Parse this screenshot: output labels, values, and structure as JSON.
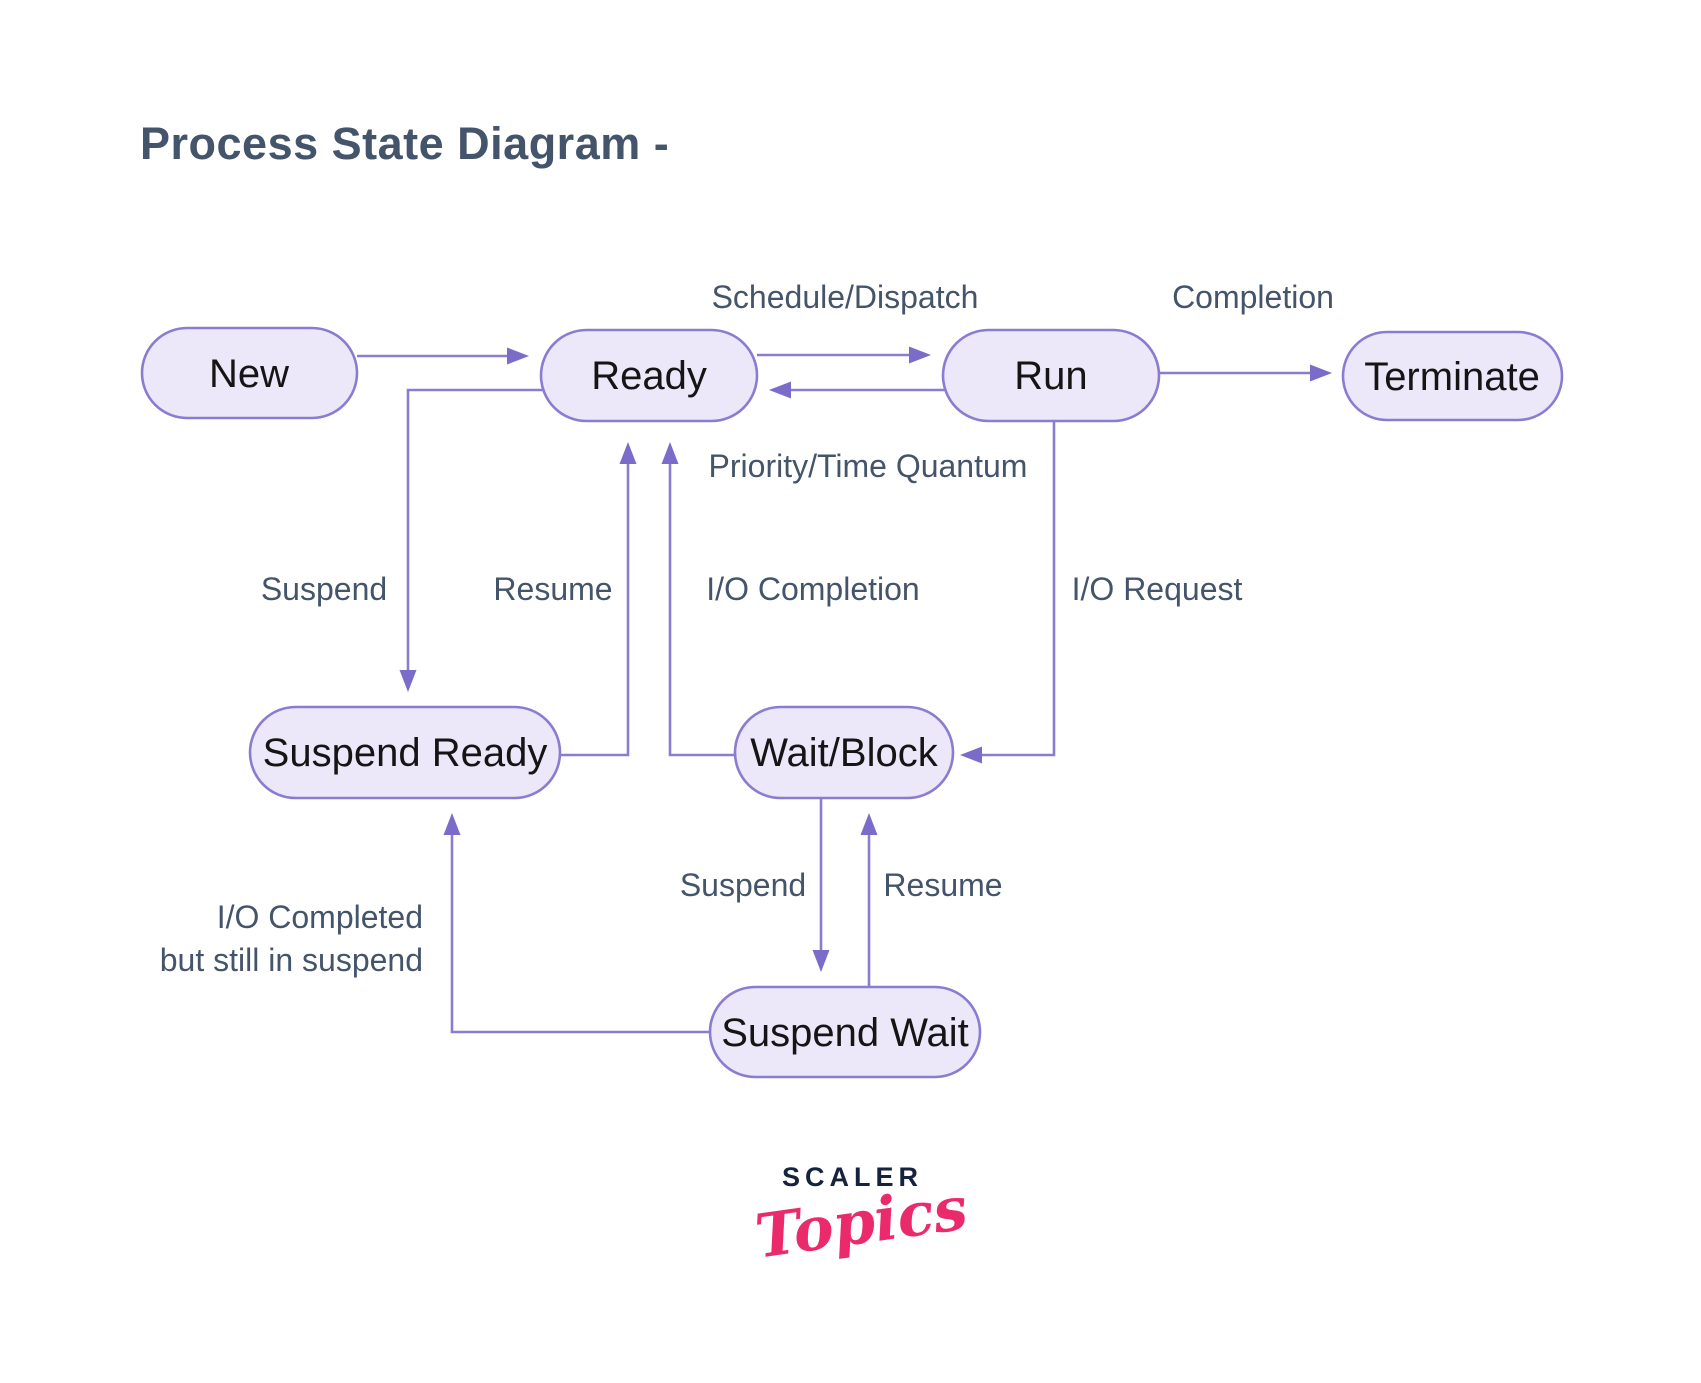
{
  "title": "Process State Diagram -",
  "colors": {
    "edge": "#8A7CD0",
    "arrowhead": "#7C6CC9",
    "node_fill": "#ECE8FA",
    "node_border": "#8A7CD0",
    "node_text": "#151515",
    "label_text": "#44546A",
    "title_text": "#44546A",
    "logo_brand": "#15233E",
    "logo_script": "#EB2A6B",
    "background": "#ffffff"
  },
  "diagram": {
    "states": [
      {
        "id": "new",
        "label": "New"
      },
      {
        "id": "ready",
        "label": "Ready"
      },
      {
        "id": "run",
        "label": "Run"
      },
      {
        "id": "terminate",
        "label": "Terminate"
      },
      {
        "id": "suspend_ready",
        "label": "Suspend Ready"
      },
      {
        "id": "wait_block",
        "label": "Wait/Block"
      },
      {
        "id": "suspend_wait",
        "label": "Suspend Wait"
      }
    ],
    "labels": {
      "schedule_dispatch": "Schedule/Dispatch",
      "completion": "Completion",
      "priority_time_quantum": "Priority/Time Quantum",
      "suspend_upper": "Suspend",
      "resume_upper": "Resume",
      "io_completion": "I/O Completion",
      "io_request": "I/O Request",
      "suspend_lower": "Suspend",
      "resume_lower": "Resume",
      "io_completed_line1": "I/O Completed",
      "io_completed_line2": "but still in suspend"
    },
    "transitions": [
      {
        "from": "New",
        "to": "Ready",
        "label": ""
      },
      {
        "from": "Ready",
        "to": "Run",
        "label": "Schedule/Dispatch"
      },
      {
        "from": "Run",
        "to": "Ready",
        "label": "Priority/Time Quantum"
      },
      {
        "from": "Run",
        "to": "Terminate",
        "label": "Completion"
      },
      {
        "from": "Ready",
        "to": "Suspend Ready",
        "label": "Suspend"
      },
      {
        "from": "Suspend Ready",
        "to": "Ready",
        "label": "Resume"
      },
      {
        "from": "Wait/Block",
        "to": "Ready",
        "label": "I/O Completion"
      },
      {
        "from": "Run",
        "to": "Wait/Block",
        "label": "I/O Request"
      },
      {
        "from": "Wait/Block",
        "to": "Suspend Wait",
        "label": "Suspend"
      },
      {
        "from": "Suspend Wait",
        "to": "Wait/Block",
        "label": "Resume"
      },
      {
        "from": "Suspend Wait",
        "to": "Suspend Ready",
        "label": "I/O Completed but still in suspend"
      }
    ]
  },
  "logo": {
    "brand": "SCALER",
    "sub": "Topics"
  }
}
